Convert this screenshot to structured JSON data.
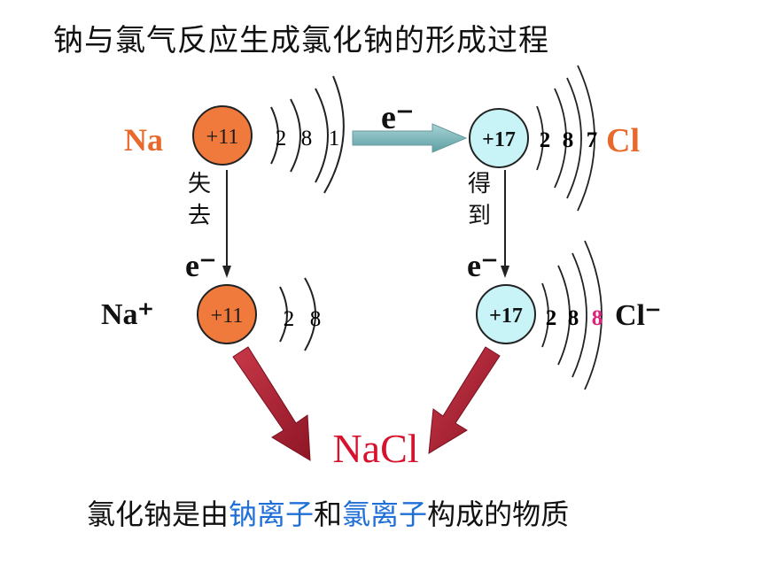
{
  "title": "钠与氯气反应生成氯化钠的形成过程",
  "na_atom": {
    "label": "Na",
    "nucleus": "+11",
    "shells": [
      "2",
      "8",
      "1"
    ]
  },
  "cl_atom": {
    "label": "Cl",
    "nucleus": "+17",
    "shells": [
      "2",
      "8",
      "7"
    ]
  },
  "na_ion": {
    "label": "Na⁺",
    "nucleus": "+11",
    "shells": [
      "2",
      "8"
    ]
  },
  "cl_ion": {
    "label": "Cl⁻",
    "nucleus": "+17",
    "shells": [
      "2",
      "8",
      "8"
    ]
  },
  "transfer_electron": "e⁻",
  "lose_label": [
    "失",
    "去"
  ],
  "lose_electron": "e⁻",
  "gain_label": [
    "得",
    "到"
  ],
  "gain_electron": "e⁻",
  "product": "NaCl",
  "footer": {
    "part1": "氯化钠是由",
    "highlight1": "钠离子",
    "part2": "和",
    "highlight2": "氯离子",
    "part3": "构成的物质"
  },
  "colors": {
    "na_nucleus": "#f07a3c",
    "cl_nucleus": "#c8f4f8",
    "na_label": "#e8692c",
    "cl_label": "#e8692c",
    "highlight": "#1f6fd6",
    "product": "#d6122e",
    "arrow_red": "#b8243a",
    "arrow_teal": "#7ab8bc",
    "extra_electron": "#e0207a"
  }
}
